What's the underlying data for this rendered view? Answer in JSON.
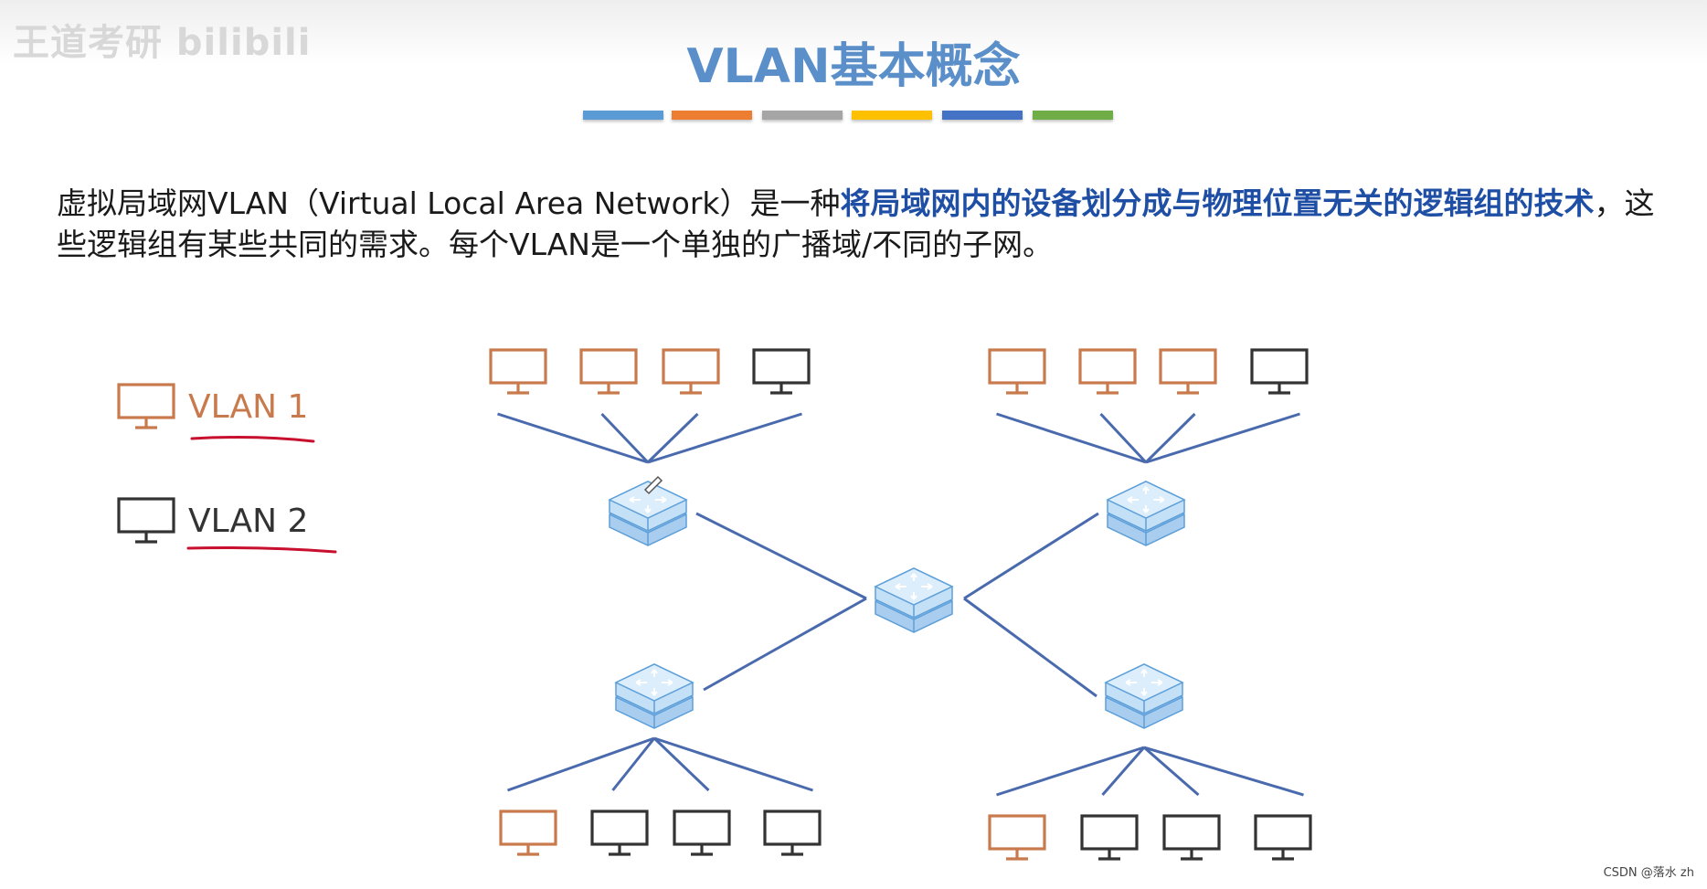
{
  "watermark": "王道考研 bilibili",
  "title": "VLAN基本概念",
  "title_bar_colors": [
    "#5b9bd5",
    "#ed7d31",
    "#a5a5a5",
    "#ffc000",
    "#4472c4",
    "#70ad47"
  ],
  "intro": {
    "part1": "虚拟局域网VLAN（Virtual Local Area Network）是一种",
    "highlight": "将局域网内的设备划分成与物理位置无关的逻辑组的技术",
    "part2": "，这些逻辑组有某些共同的需求。每个VLAN是一个单独的广播域/不同的子网。"
  },
  "legend": [
    {
      "label": "VLAN 1",
      "color": "#c87a4c",
      "icon": "monitor-icon"
    },
    {
      "label": "VLAN 2",
      "color": "#333333",
      "icon": "monitor-icon"
    }
  ],
  "colors": {
    "vlan1": "#c87a4c",
    "vlan2": "#333333",
    "link": "#4a6aae",
    "switch_fill": "#b9d8f3",
    "switch_stroke": "#5d9fd9",
    "annotation": "#c8102e"
  },
  "groups": {
    "top_left": [
      "vlan1",
      "vlan1",
      "vlan1",
      "vlan2"
    ],
    "top_right": [
      "vlan1",
      "vlan1",
      "vlan1",
      "vlan2"
    ],
    "bottom_left": [
      "vlan1",
      "vlan2",
      "vlan2",
      "vlan2"
    ],
    "bottom_right": [
      "vlan1",
      "vlan2",
      "vlan2",
      "vlan2"
    ]
  },
  "footer": "CSDN @落水 zh"
}
